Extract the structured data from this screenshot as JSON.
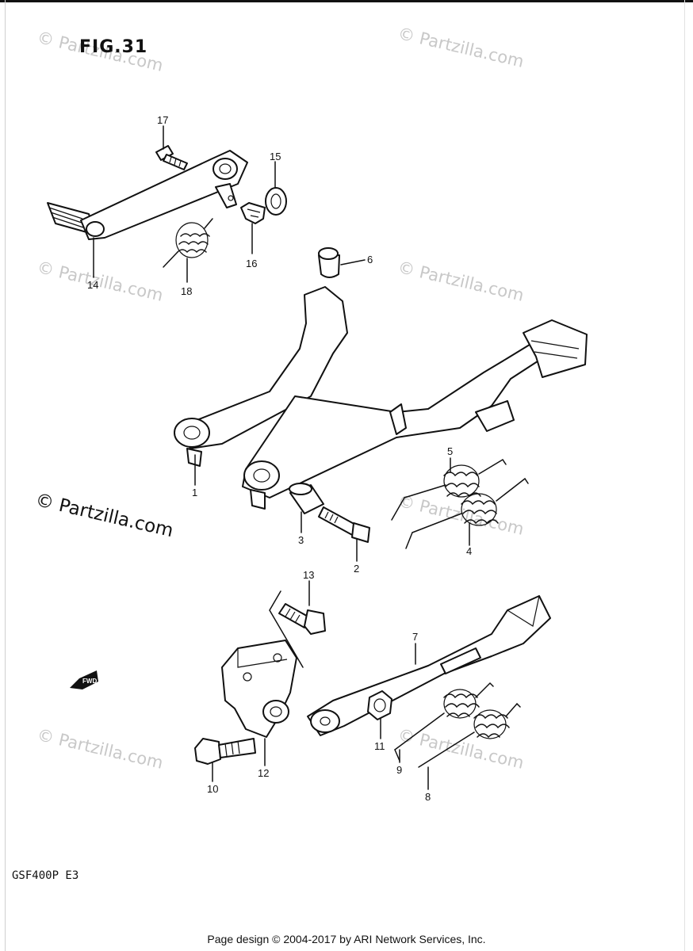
{
  "figure": {
    "title": "FIG.31"
  },
  "model_code": "GSF400P E3",
  "footer": "Page design © 2004-2017 by ARI Network Services, Inc.",
  "watermarks": [
    "© Partzilla.com",
    "© Partzilla.com",
    "© Partzilla.com",
    "© Partzilla.com",
    "© Partzilla.com",
    "© Partzilla.com",
    "© Partzilla.com"
  ],
  "watermark_main": "© Partzilla.com",
  "fwd_label": "FWD",
  "callouts": {
    "p1": "1",
    "p2": "2",
    "p3": "3",
    "p4": "4",
    "p5": "5",
    "p6": "6",
    "p7": "7",
    "p8": "8",
    "p9": "9",
    "p10": "10",
    "p11": "11",
    "p12": "12",
    "p13": "13",
    "p14": "14",
    "p15": "15",
    "p16": "16",
    "p17": "17",
    "p18": "18"
  },
  "colors": {
    "ink": "#111111",
    "watermark": "#c8c8c8"
  }
}
